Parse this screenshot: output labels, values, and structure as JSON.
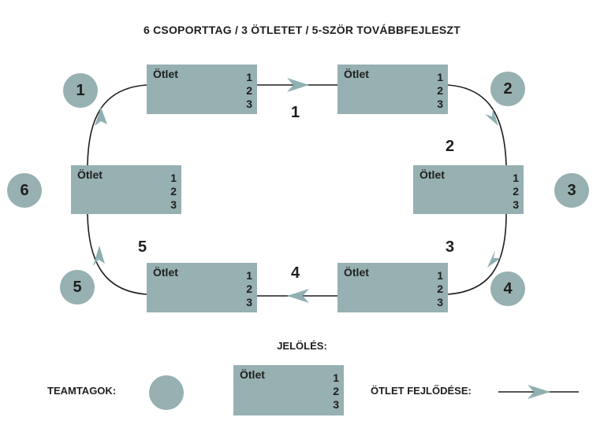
{
  "title": "6 CSOPORTTAG / 3 ÖTLETET / 5-SZÖR TOVÁBBFEJLESZT",
  "idea_box": {
    "label": "Ötlet",
    "numbers": [
      "1",
      "2",
      "3"
    ]
  },
  "team_members": [
    "1",
    "2",
    "3",
    "4",
    "5",
    "6"
  ],
  "iteration_steps": [
    "1",
    "2",
    "3",
    "4",
    "5"
  ],
  "legend": {
    "heading": "JELÖLÉS:",
    "team_label": "TEAMTAGOK:",
    "idea_box": {
      "label": "Ötlet",
      "numbers": [
        "1",
        "2",
        "3"
      ]
    },
    "arrow_label": "ÖTLET FEJLŐDÉSE:"
  },
  "colors": {
    "box": "#97b0b1",
    "circle": "#97b0b1",
    "arrow": "#8fb0b3",
    "line": "#1e1e1e"
  }
}
